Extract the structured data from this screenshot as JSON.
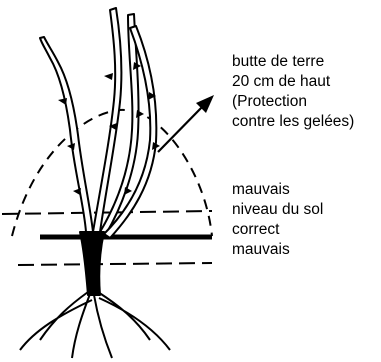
{
  "annotations": {
    "mound": {
      "lines": [
        "butte de terre",
        "20 cm de haut",
        "(Protection",
        "contre les gelées)"
      ]
    },
    "soil_levels": {
      "lines": [
        "mauvais",
        "niveau du sol",
        "correct",
        "mauvais"
      ]
    }
  },
  "colors": {
    "ink": "#000000",
    "background": "#ffffff"
  }
}
